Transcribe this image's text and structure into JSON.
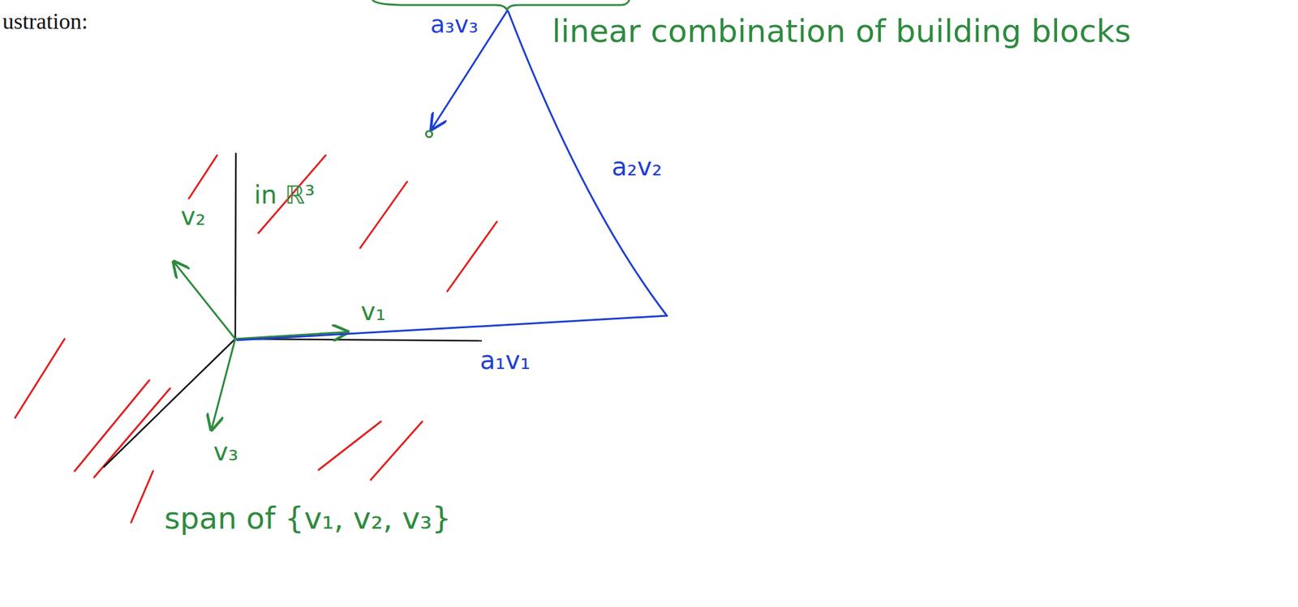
{
  "diagram": {
    "labels": [
      "ustration:",
      "linear combination of building blocks",
      "in ℝ³",
      "v₂",
      "v₁",
      "v₃",
      "a₁v₁",
      "a₂v₂",
      "a₃v₃",
      "span of {v₁, v₂, v₃}"
    ]
  }
}
